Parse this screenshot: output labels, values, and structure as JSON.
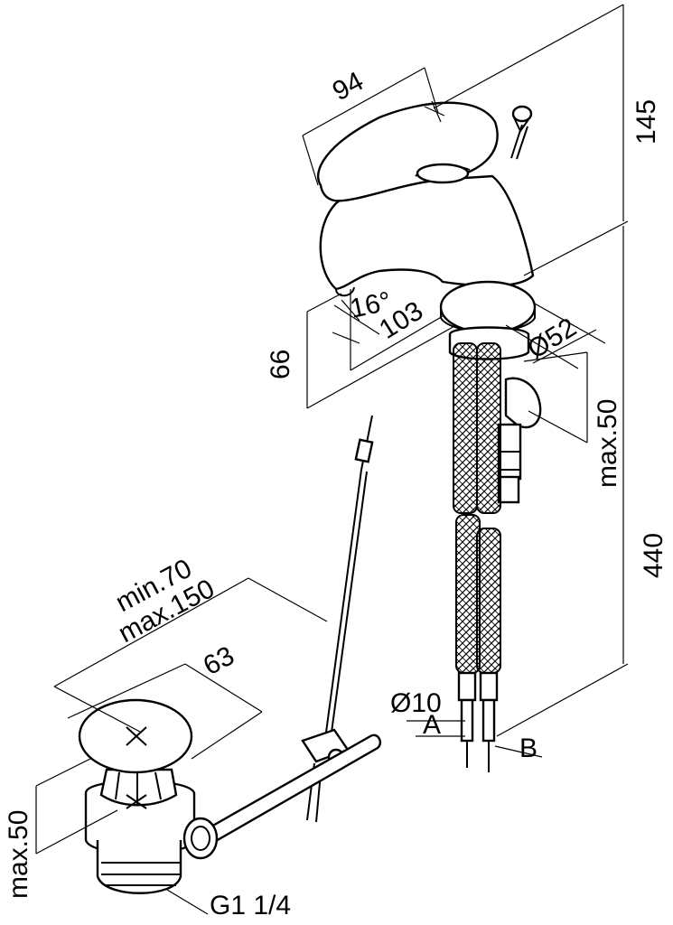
{
  "dimensions": {
    "handle_width": "94",
    "height_top": "145",
    "angle": "16°",
    "reach": "103",
    "spout_height": "66",
    "base_diameter": "Ø52",
    "max_thickness_top": "max.50",
    "hose_length": "440",
    "min_rod": "min.70",
    "max_rod": "max.150",
    "waste_diameter": "63",
    "max_thickness_waste": "max.50",
    "hose_diameter": "Ø10",
    "thread": "G1 1/4"
  },
  "labels": {
    "hose_a": "A",
    "hose_b": "B"
  }
}
